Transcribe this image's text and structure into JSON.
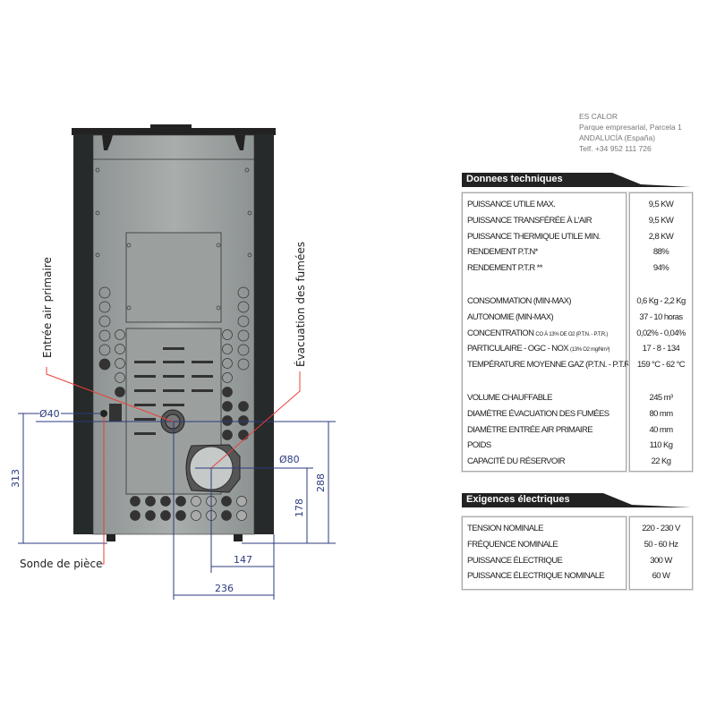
{
  "company": {
    "name": "ES CALOR",
    "address1": "Parque empresarial, Parcela 1",
    "address2": "ANDALUCÍA (España)",
    "phone": "Telf. +34 952 111 726"
  },
  "diagram": {
    "labels": {
      "air_inlet": "Entrée air primaire",
      "flue_outlet": "Évacuation des fumées",
      "room_probe": "Sonde de pièce"
    },
    "dimensions": {
      "air_diameter": "Ø40",
      "flue_diameter": "Ø80",
      "air_height": "313",
      "flue_height": "178",
      "air_height_right": "288",
      "flue_offset": "147",
      "air_offset": "236"
    },
    "colors": {
      "dimension": "#2b3b7e",
      "leader": "#e8413a",
      "panel": "#9aa09f",
      "frame": "#262a2a"
    }
  },
  "technical": {
    "title": "Donnees techniques",
    "rows": [
      {
        "label": "PUISSANCE UTILE MAX.",
        "value": "9,5 KW"
      },
      {
        "label": "PUISSANCE TRANSFÉRÉE À L'AIR",
        "value": "9,5 KW"
      },
      {
        "label": "PUISSANCE THERMIQUE UTILE MIN.",
        "value": "2,8 KW"
      },
      {
        "label": "RENDEMENT P.T.N*",
        "value": "88%"
      },
      {
        "label": "RENDEMENT P.T.R **",
        "value": "94%"
      },
      {
        "label": "CONSOMMATION (MIN-MAX)",
        "value": "0,6 Kg - 2,2 Kg"
      },
      {
        "label": "AUTONOMIE (MIN-MAX)",
        "value": "37 - 10 horas"
      },
      {
        "label": "CONCENTRATION",
        "sub": "CO À 13% DE O2 (P.T.N. - P.T.R.)",
        "value": "0,02% - 0,04%"
      },
      {
        "label": "PARTICULAIRE - OGC - NOX",
        "sub": "(13% O2 mg/Nm³)",
        "value": "17 - 8 - 134"
      },
      {
        "label": "TEMPÉRATURE MOYENNE GAZ (P.T.N. - P.T.R.)",
        "value": "159 °C - 62 °C"
      },
      {
        "label": "VOLUME CHAUFFABLE",
        "value": "245 m³"
      },
      {
        "label": "DIAMÈTRE ÉVACUATION DES FUMÉES",
        "value": "80 mm"
      },
      {
        "label": "DIAMÈTRE ENTRÉE AIR PRIMAIRE",
        "value": "40 mm"
      },
      {
        "label": "POIDS",
        "value": "110 Kg"
      },
      {
        "label": "CAPACITÉ DU RÉSERVOIR",
        "value": "22 Kg"
      }
    ]
  },
  "electrical": {
    "title": "Exigences électriques",
    "rows": [
      {
        "label": "TENSION NOMINALE",
        "value": "220 - 230 V"
      },
      {
        "label": "FRÉQUENCE NOMINALE",
        "value": "50 - 60 Hz"
      },
      {
        "label": "PUISSANCE ÉLECTRIQUE",
        "value": "300 W"
      },
      {
        "label": "PUISSANCE ÉLECTRIQUE NOMINALE",
        "value": "60 W"
      }
    ]
  }
}
